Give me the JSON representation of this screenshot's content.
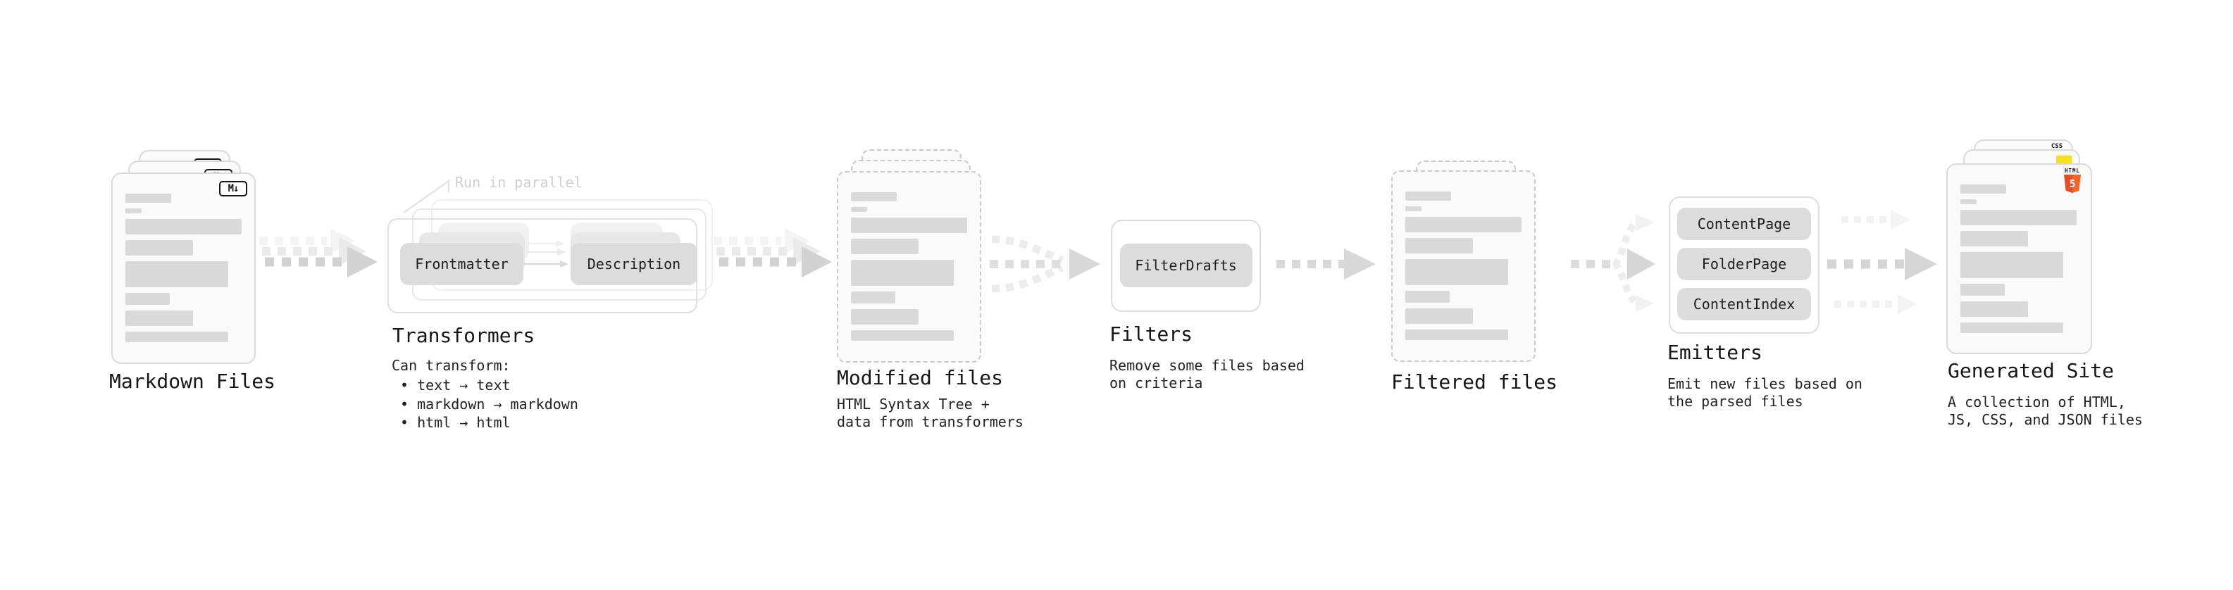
{
  "markdown_files": {
    "label": "Markdown Files",
    "badge": "M↓"
  },
  "transformers": {
    "label": "Transformers",
    "parallel_note": "Run in parallel",
    "source_node": "Frontmatter",
    "target_node": "Description",
    "description_heading": "Can transform:",
    "capabilities": [
      "• text → text",
      "• markdown → markdown",
      "• html → html"
    ]
  },
  "modified_files": {
    "label": "Modified files",
    "description": [
      "HTML Syntax Tree +",
      "data from transformers"
    ]
  },
  "filters": {
    "label": "Filters",
    "node": "FilterDrafts",
    "description": [
      "Remove some files based",
      "on criteria"
    ]
  },
  "filtered_files": {
    "label": "Filtered files"
  },
  "emitters": {
    "label": "Emitters",
    "nodes": [
      "ContentPage",
      "FolderPage",
      "ContentIndex"
    ],
    "description": [
      "Emit new files based on",
      "the parsed files"
    ]
  },
  "generated_site": {
    "label": "Generated Site",
    "description": [
      "A collection of HTML,",
      "JS, CSS, and JSON files"
    ],
    "file_badges": {
      "css_label": "CSS",
      "html_label": "HTML",
      "html_number": "5"
    }
  },
  "colors": {
    "html5_orange": "#e44d26",
    "html5_orange_light": "#f16529",
    "js_yellow": "#f7df1e",
    "css_blue": "#2962ff",
    "bar_gray": "#d9d9d9",
    "arrow_gray": "#d4d4d4"
  }
}
